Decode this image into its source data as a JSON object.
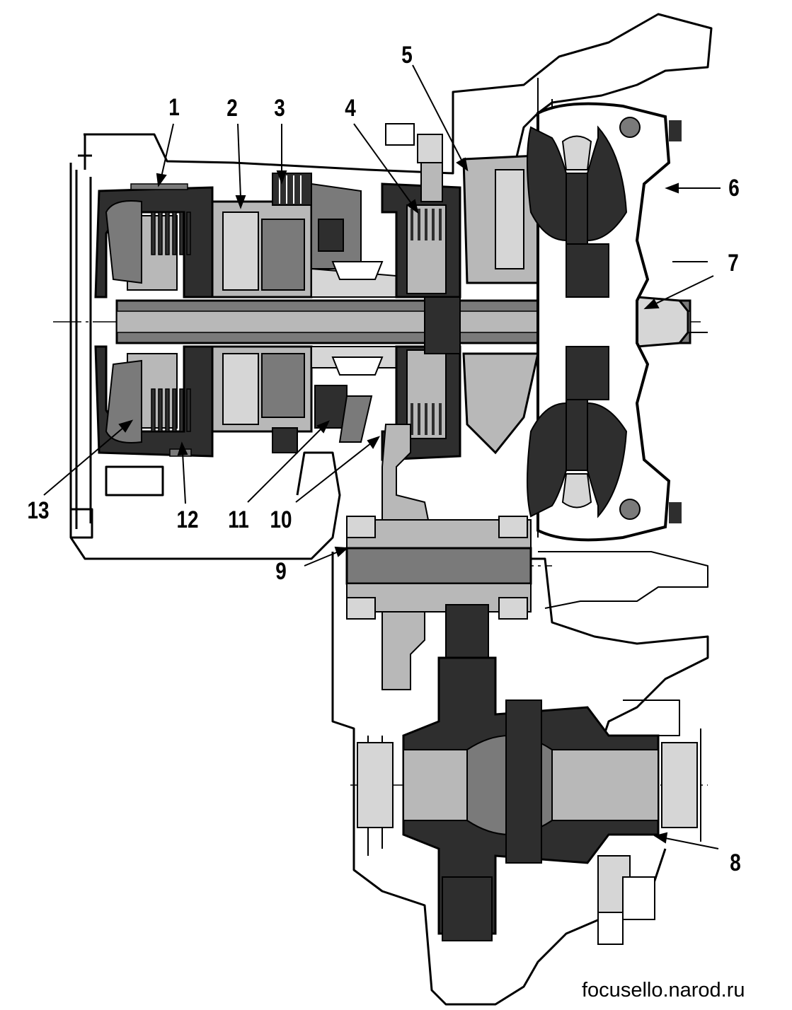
{
  "callouts": {
    "c1": "1",
    "c2": "2",
    "c3": "3",
    "c4": "4",
    "c5": "5",
    "c6": "6",
    "c7": "7",
    "c8": "8",
    "c9": "9",
    "c10": "10",
    "c11": "11",
    "c12": "12",
    "c13": "13"
  },
  "watermark": "focusello.narod.ru",
  "colors": {
    "outline": "#000000",
    "dark_part": "#2e2e2e",
    "mid_part": "#7a7a7a",
    "light_part": "#b8b8b8",
    "pale_part": "#d6d6d6",
    "background": "#ffffff"
  }
}
